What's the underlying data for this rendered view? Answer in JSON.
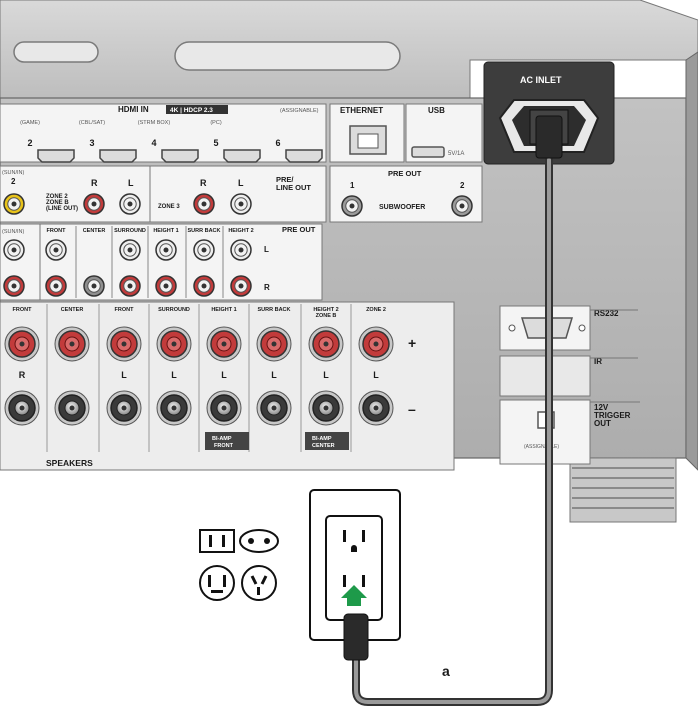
{
  "colors": {
    "panel": "#b8b8b8",
    "panel_dark": "#9d9d9d",
    "label_box": "#f2f2f2",
    "jack_red": "#c23b3b",
    "jack_white": "#eeeeee",
    "ac_box": "#3a3a3a",
    "cable": "#555555",
    "plug_arrow": "#1e9a4a"
  },
  "hdmi": {
    "title": "HDMI IN",
    "badge": "4K | HDCP 2.3",
    "assignable": "(ASSIGNABLE)",
    "ports": [
      {
        "number": "2",
        "label": "(GAME)"
      },
      {
        "number": "3",
        "label": "(CBL/SAT)"
      },
      {
        "number": "4",
        "label": "(STRM BOX)"
      },
      {
        "number": "5",
        "label": "(PC)"
      },
      {
        "number": "6",
        "label": ""
      }
    ]
  },
  "ethernet": {
    "label": "ETHERNET"
  },
  "usb": {
    "label": "USB",
    "spec": "5V/1A"
  },
  "ac_inlet": {
    "label": "AC INLET"
  },
  "zone_line": {
    "zone2_label": "ZONE 2\nZONE B\n(LINE OUT)",
    "zone3_label": "ZONE 3",
    "pre_line_out": "PRE/\nLINE OUT",
    "R": "R",
    "L": "L"
  },
  "pre_out_sub": {
    "title": "PRE OUT",
    "label": "SUBWOOFER",
    "port1": "1",
    "port2": "2"
  },
  "pre_out_row": {
    "title": "PRE OUT",
    "columns": [
      "FRONT",
      "CENTER",
      "SURROUND",
      "HEIGHT 1",
      "SURR BACK",
      "HEIGHT 2"
    ],
    "L": "L",
    "R": "R"
  },
  "left_partial": {
    "top": "(SUN/IN)",
    "digit": "2",
    "mid": "(SUN/IN)"
  },
  "speakers": {
    "title": "SPEAKERS",
    "columns": [
      {
        "label": "FRONT",
        "side": "R"
      },
      {
        "label": "CENTER",
        "side": ""
      },
      {
        "label": "FRONT",
        "side": "L"
      },
      {
        "label": "SURROUND",
        "side": "L"
      },
      {
        "label": "HEIGHT 1",
        "side": "L"
      },
      {
        "label": "SURR BACK",
        "side": "L"
      },
      {
        "label": "HEIGHT 2\nZONE B",
        "side": "L"
      },
      {
        "label": "ZONE 2",
        "side": "L"
      }
    ],
    "plus": "+",
    "minus": "–",
    "bi_amp_front": "BI-AMP\nFRONT",
    "bi_amp_center": "BI-AMP\nCENTER"
  },
  "rs232": {
    "label": "RS232"
  },
  "ir": {
    "label": "IR"
  },
  "trigger": {
    "label": "12V\nTRIGGER\nOUT",
    "small": "(ASSIGNABLE)"
  },
  "cable": {
    "label": "a"
  }
}
